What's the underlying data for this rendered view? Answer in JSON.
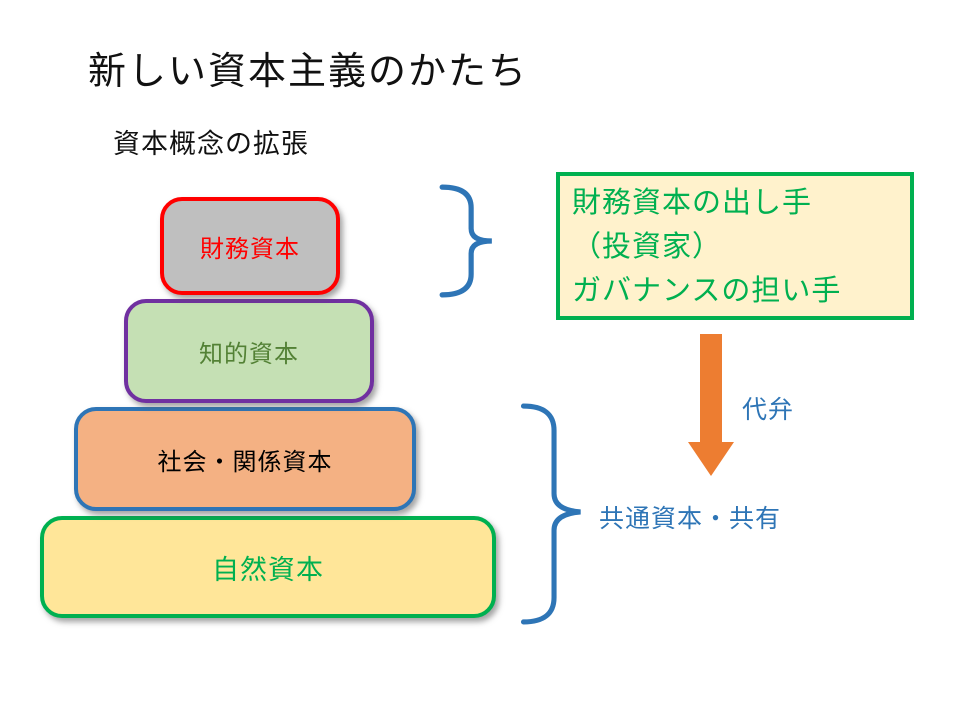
{
  "slide": {
    "title": "新しい資本主義のかたち",
    "subtitle": "資本概念の拡張"
  },
  "pyramid": {
    "levels": [
      {
        "label": "財務資本",
        "fill": "#BFBFBF",
        "border": "#FF0000",
        "text_color": "#FF0000"
      },
      {
        "label": "知的資本",
        "fill": "#C5E0B4",
        "border": "#7030A0",
        "text_color": "#538135"
      },
      {
        "label": "社会・関係資本",
        "fill": "#F4B183",
        "border": "#2E75B6",
        "text_color": "#000000"
      },
      {
        "label": "自然資本",
        "fill": "#FFE699",
        "border": "#00B050",
        "text_color": "#00B050"
      }
    ]
  },
  "annotation": {
    "lines": [
      "財務資本の出し手",
      "（投資家）",
      "ガバナンスの担い手"
    ],
    "fill": "#FFF2CC",
    "border": "#00B050",
    "text_color": "#00B050"
  },
  "arrow": {
    "label": "代弁",
    "color": "#ED7D31",
    "label_color": "#2E75B6"
  },
  "bottom_group": {
    "label": "共通資本・共有",
    "text_color": "#2E75B6"
  },
  "colors": {
    "brace": "#2E75B6"
  }
}
